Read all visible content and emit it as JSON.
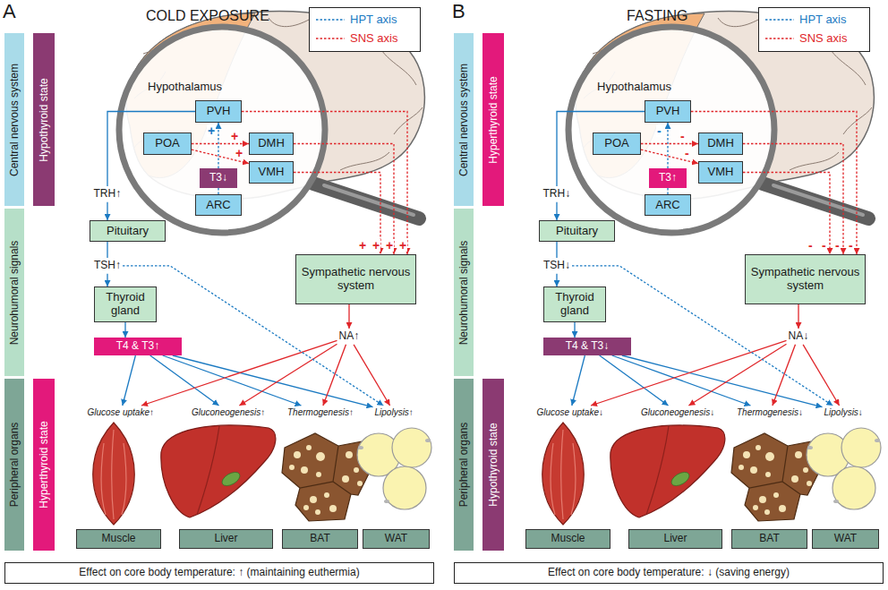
{
  "diagram": {
    "nodes": [
      {
        "text": [
          "Central nervous system"
        ]
      },
      {
        "text": [
          "Neurohumoral signals"
        ]
      },
      {
        "text": [
          "Peripheral organs"
        ]
      },
      {
        "text": [
          "Hypothyroid state"
        ]
      },
      {
        "text": [
          "Hyperthyroid state"
        ]
      },
      {
        "text": [
          "PVH"
        ]
      },
      {
        "text": [
          "POA"
        ]
      },
      {
        "text": [
          "DMH"
        ]
      },
      {
        "text": [
          "VMH"
        ]
      },
      {
        "text": [
          "T3↓"
        ]
      },
      {
        "text": [
          "ARC"
        ]
      },
      {
        "text": [
          "TRH↑"
        ]
      },
      {
        "text": [
          "Pituitary"
        ]
      },
      {
        "text": [
          "TSH↑"
        ]
      },
      {
        "text": [
          "Thyroid gland"
        ]
      },
      {
        "text": [
          "T4 & T3↑"
        ]
      },
      {
        "text": [
          "Sympathetic nervous system"
        ]
      },
      {
        "text": [
          "NA↑"
        ]
      },
      {
        "text": [
          "Glucose uptake↑"
        ]
      },
      {
        "text": [
          "Gluconeogenesis↑"
        ]
      },
      {
        "text": [
          "Thermogenesis↑"
        ]
      },
      {
        "text": [
          "Lipolysis↑"
        ]
      },
      {
        "text": [
          "Muscle"
        ]
      },
      {
        "text": [
          "Liver"
        ]
      },
      {
        "text": [
          "BAT"
        ]
      },
      {
        "text": [
          "WAT"
        ]
      },
      {
        "text": [
          "Effect on core body temperature: ↑ (maintaining euthermia)"
        ]
      },
      {
        "text": [
          "Central nervous system"
        ]
      },
      {
        "text": [
          "Neurohumoral signals"
        ]
      },
      {
        "text": [
          "Peripheral organs"
        ]
      },
      {
        "text": [
          "Hyperthyroid state"
        ]
      },
      {
        "text": [
          "Hypothyroid state"
        ]
      },
      {
        "text": [
          "PVH"
        ]
      },
      {
        "text": [
          "POA"
        ]
      },
      {
        "text": [
          "DMH"
        ]
      },
      {
        "text": [
          "VMH"
        ]
      },
      {
        "text": [
          "T3↑"
        ]
      },
      {
        "text": [
          "ARC"
        ]
      },
      {
        "text": [
          "TRH↓"
        ]
      },
      {
        "text": [
          "Pituitary"
        ]
      },
      {
        "text": [
          "TSH↓"
        ]
      },
      {
        "text": [
          "Thyroid gland"
        ]
      },
      {
        "text": [
          "T4 & T3↓"
        ]
      },
      {
        "text": [
          "Sympathetic nervous system"
        ]
      },
      {
        "text": [
          "NA↓"
        ]
      },
      {
        "text": [
          "Glucose uptake↓"
        ]
      },
      {
        "text": [
          "Gluconeogenesis↓"
        ]
      },
      {
        "text": [
          "Thermogenesis↓"
        ]
      },
      {
        "text": [
          "Lipolysis↓"
        ]
      },
      {
        "text": [
          "Muscle"
        ]
      },
      {
        "text": [
          "Liver"
        ]
      },
      {
        "text": [
          "BAT"
        ]
      },
      {
        "text": [
          "WAT"
        ]
      },
      {
        "text": [
          "Effect on core body temperature: ↓ (saving energy)"
        ]
      }
    ],
    "edges": [
      {
        "from": 5,
        "to": 11,
        "arrow": "none"
      },
      {
        "from": 11,
        "to": 12,
        "arrow": "to"
      },
      {
        "from": 12,
        "to": 13,
        "arrow": "none"
      },
      {
        "from": 13,
        "to": 14,
        "arrow": "to"
      },
      {
        "from": 14,
        "to": 15,
        "arrow": "to"
      },
      {
        "from": 10,
        "to": 9,
        "arrow": "none"
      },
      {
        "from": 9,
        "to": 5,
        "arrow": "to",
        "label": "+"
      },
      {
        "from": 6,
        "to": 7,
        "arrow": "to",
        "label": "+"
      },
      {
        "from": 6,
        "to": 8,
        "arrow": "to",
        "label": "+"
      },
      {
        "from": 5,
        "to": 16,
        "arrow": "to",
        "label": "+"
      },
      {
        "from": 7,
        "to": 16,
        "arrow": "to",
        "label": "+"
      },
      {
        "from": 8,
        "to": 16,
        "arrow": "to",
        "label": "+"
      },
      {
        "from": 15,
        "to": 18,
        "arrow": "to"
      },
      {
        "from": 15,
        "to": 19,
        "arrow": "to"
      },
      {
        "from": 15,
        "to": 20,
        "arrow": "to"
      },
      {
        "from": 15,
        "to": 21,
        "arrow": "to"
      },
      {
        "from": 16,
        "to": 17,
        "arrow": "to"
      },
      {
        "from": 17,
        "to": 18,
        "arrow": "to"
      },
      {
        "from": 17,
        "to": 19,
        "arrow": "to"
      },
      {
        "from": 17,
        "to": 20,
        "arrow": "to"
      },
      {
        "from": 17,
        "to": 21,
        "arrow": "to"
      },
      {
        "from": 13,
        "to": 21,
        "arrow": "to"
      },
      {
        "from": 32,
        "to": 38,
        "arrow": "none"
      },
      {
        "from": 38,
        "to": 39,
        "arrow": "to"
      },
      {
        "from": 39,
        "to": 40,
        "arrow": "none"
      },
      {
        "from": 40,
        "to": 41,
        "arrow": "to"
      },
      {
        "from": 41,
        "to": 42,
        "arrow": "to"
      },
      {
        "from": 37,
        "to": 36,
        "arrow": "none"
      },
      {
        "from": 36,
        "to": 32,
        "arrow": "to",
        "label": "-"
      },
      {
        "from": 33,
        "to": 34,
        "arrow": "to",
        "label": "-"
      },
      {
        "from": 33,
        "to": 35,
        "arrow": "to",
        "label": "-"
      },
      {
        "from": 32,
        "to": 43,
        "arrow": "to",
        "label": "-"
      },
      {
        "from": 34,
        "to": 43,
        "arrow": "to",
        "label": "-"
      },
      {
        "from": 35,
        "to": 43,
        "arrow": "to",
        "label": "-"
      },
      {
        "from": 42,
        "to": 45,
        "arrow": "to"
      },
      {
        "from": 42,
        "to": 46,
        "arrow": "to"
      },
      {
        "from": 42,
        "to": 47,
        "arrow": "to"
      },
      {
        "from": 42,
        "to": 48,
        "arrow": "to"
      },
      {
        "from": 43,
        "to": 44,
        "arrow": "to"
      },
      {
        "from": 44,
        "to": 45,
        "arrow": "to"
      },
      {
        "from": 44,
        "to": 46,
        "arrow": "to"
      },
      {
        "from": 44,
        "to": 47,
        "arrow": "to"
      },
      {
        "from": 44,
        "to": 48,
        "arrow": "to"
      },
      {
        "from": 40,
        "to": 48,
        "arrow": "to"
      }
    ],
    "labels": [
      "A",
      "COLD EXPOSURE",
      "Hypothalamus",
      "+",
      "B",
      "FASTING",
      "Hypothalamus",
      "-"
    ],
    "legend": [
      {
        "text": "HPT axis"
      },
      {
        "text": "SNS axis"
      },
      {
        "text": "HPT axis"
      },
      {
        "text": "SNS axis"
      }
    ]
  }
}
